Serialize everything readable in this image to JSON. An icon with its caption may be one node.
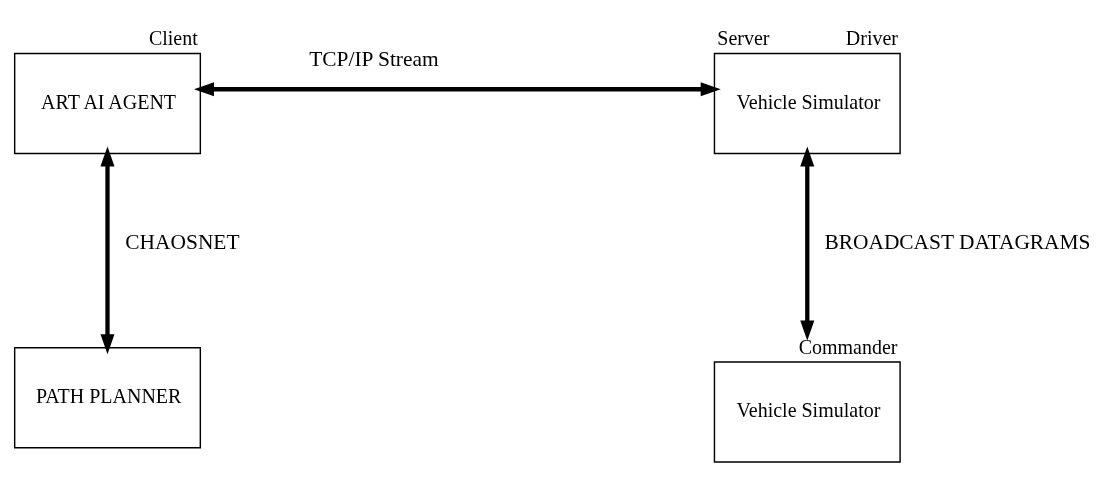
{
  "diagram": {
    "nodes": [
      {
        "text": [
          "ART AI AGENT"
        ],
        "beside": [
          "Client"
        ]
      },
      {
        "text": [
          "Vehicle Simulator"
        ],
        "beside": [
          "Server",
          "Driver"
        ]
      },
      {
        "text": [
          "PATH PLANNER"
        ]
      },
      {
        "text": [
          "Vehicle Simulator"
        ],
        "beside": [
          "Commander"
        ]
      }
    ],
    "edges": [
      {
        "from": 0,
        "to": 1,
        "arrow": "both",
        "label": "TCP/IP Stream"
      },
      {
        "from": 0,
        "to": 2,
        "arrow": "both",
        "label": "CHAOSNET"
      },
      {
        "from": 1,
        "to": 3,
        "arrow": "both",
        "label": "BROADCAST DATAGRAMS"
      }
    ]
  }
}
